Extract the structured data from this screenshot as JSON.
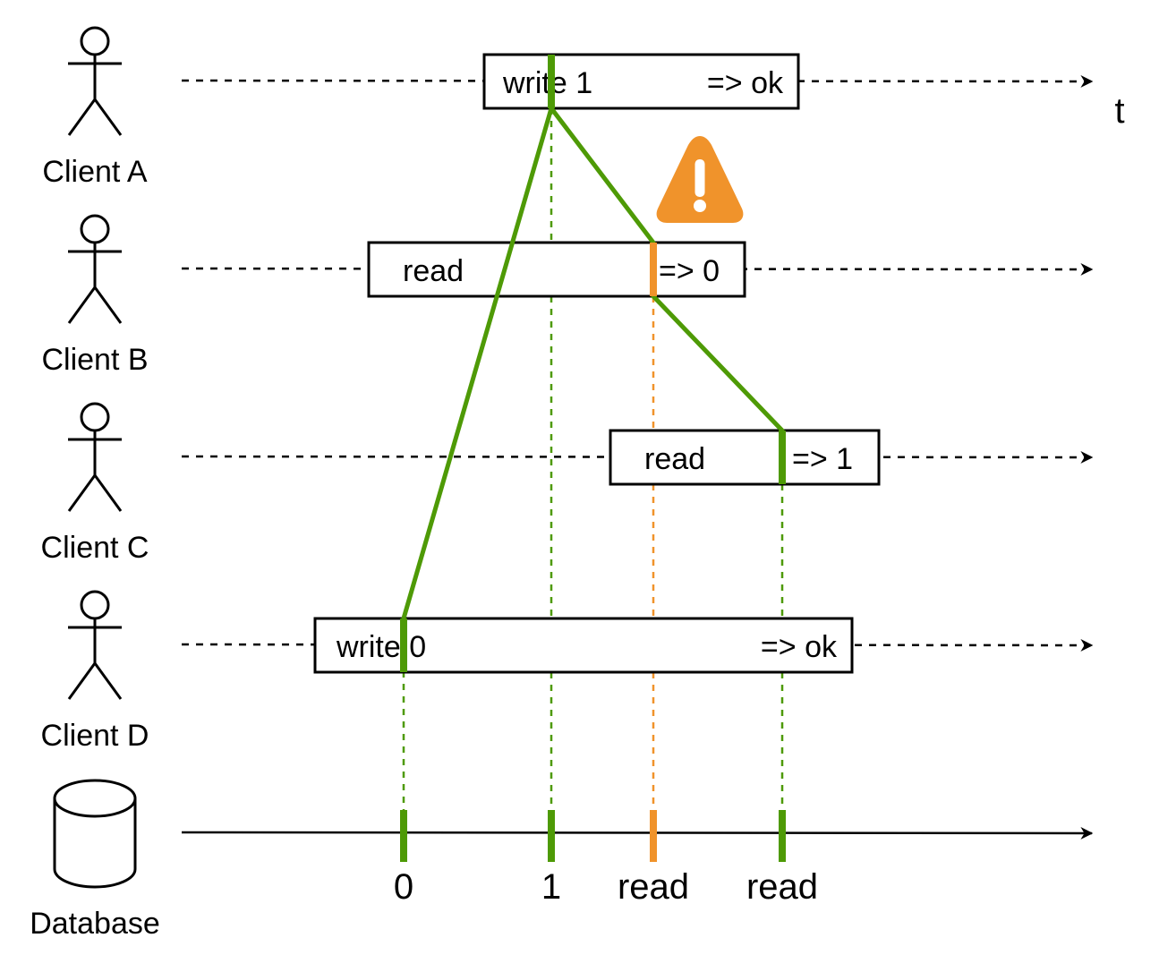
{
  "actors": {
    "client_a": "Client A",
    "client_b": "Client B",
    "client_c": "Client C",
    "client_d": "Client D",
    "database": "Database"
  },
  "timeline_label": "t",
  "operations": {
    "a_write": {
      "op": "write 1",
      "result": "=> ok"
    },
    "b_read": {
      "op": "read",
      "result": "=> 0"
    },
    "c_read": {
      "op": "read",
      "result": "=> 1"
    },
    "d_write": {
      "op": "write 0",
      "result": "=> ok"
    }
  },
  "database_events": [
    "0",
    "1",
    "read",
    "read"
  ],
  "colors": {
    "consistent": "#4e9a06",
    "violation": "#f0932b",
    "line": "#000000"
  },
  "icons": {
    "warning": "warning-icon"
  }
}
